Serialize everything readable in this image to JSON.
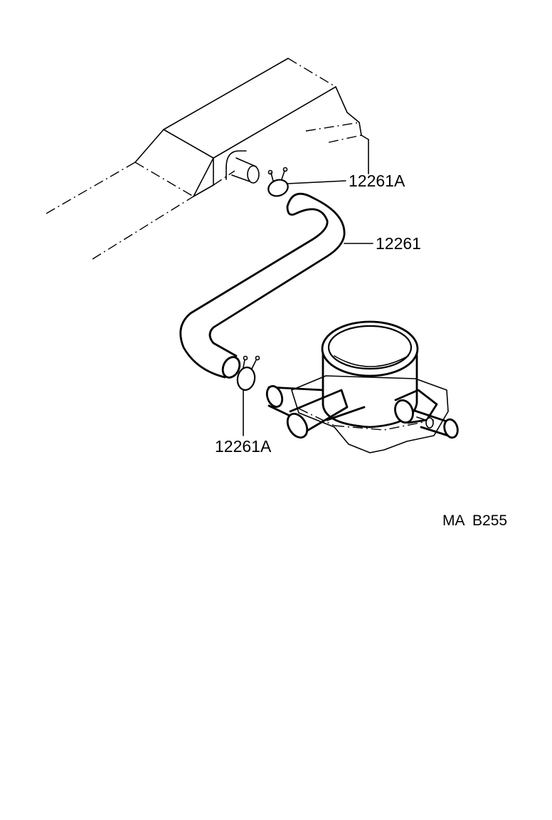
{
  "diagram": {
    "callouts": [
      {
        "id": "clamp-top",
        "part_number": "12261A"
      },
      {
        "id": "hose",
        "part_number": "12261"
      },
      {
        "id": "clamp-bottom",
        "part_number": "12261A"
      }
    ],
    "reference_code": "MA  B255",
    "colors": {
      "ink": "#000000",
      "paper": "#ffffff"
    }
  }
}
